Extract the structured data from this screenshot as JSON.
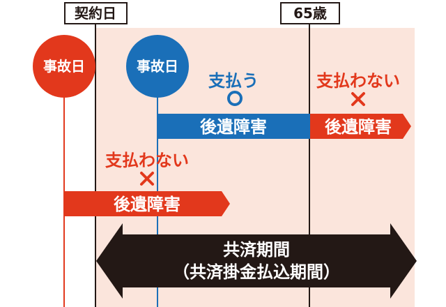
{
  "labels": {
    "contract_date": "契約日",
    "age_65": "65歳",
    "accident_day": "事故日",
    "pay": "支払う",
    "not_pay": "支払わない",
    "disability": "後遺障害",
    "period_line1": "共済期間",
    "period_line2": "（共済掛金払込期間）"
  },
  "marks": {
    "circle": "○",
    "cross": "×"
  },
  "colors": {
    "red": "#e2381c",
    "blue": "#1a6fb8",
    "band": "#fbe5dc",
    "dark": "#231815"
  }
}
